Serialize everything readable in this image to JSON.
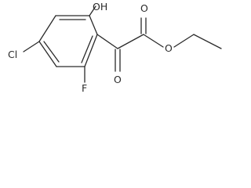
{
  "structure": {
    "atom_labels": {
      "hydroxyl": "OH",
      "chlorine": "Cl",
      "fluorine": "F",
      "ketone_oxygen": "O",
      "ester_carbonyl_oxygen": "O",
      "ester_oxygen": "O"
    }
  },
  "colors": {
    "bond": "#2a2a2a",
    "background": "#ffffff"
  }
}
